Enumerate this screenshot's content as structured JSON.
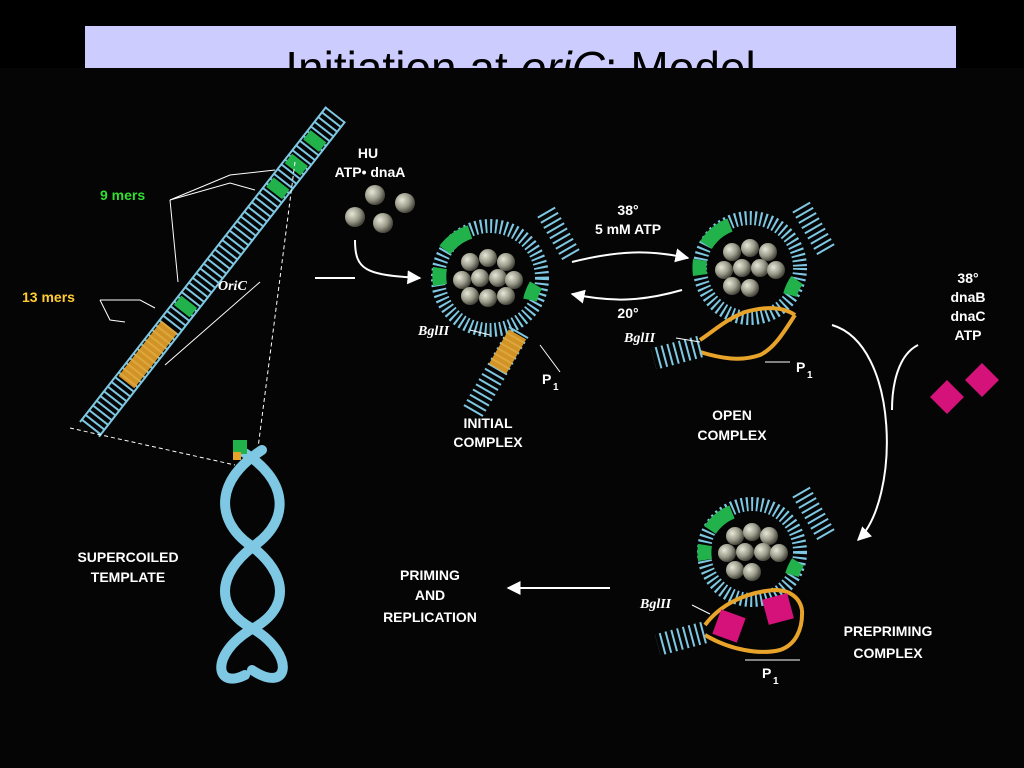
{
  "title": {
    "prefix": "Initiation at ",
    "italic": "oriC",
    "suffix": ":  Model"
  },
  "labels": {
    "nine_mers": "9 mers",
    "thirteen_mers": "13 mers",
    "oric": "OriC",
    "supercoiled_1": "SUPERCOILED",
    "supercoiled_2": "TEMPLATE",
    "hu": "HU",
    "atp_dnaa": "ATP• dnaA",
    "temp_forward": "38°",
    "atp_5mm": "5 mM ATP",
    "temp_reverse": "20°",
    "bglii": "BglII",
    "p1": "P",
    "p1_sub": "1",
    "initial_1": "INITIAL",
    "initial_2": "COMPLEX",
    "open_1": "OPEN",
    "open_2": "COMPLEX",
    "side_temp": "38°",
    "side_dnab": "dnaB",
    "side_dnac": "dnaC",
    "side_atp": "ATP",
    "prepriming_1": "PREPRIMING",
    "prepriming_2": "COMPLEX",
    "priming_1": "PRIMING",
    "priming_2": "AND",
    "priming_3": "REPLICATION"
  },
  "colors": {
    "title_bg": "#ccccff",
    "dna": "#7ec8e3",
    "nine_mer": "#22b24c",
    "thirteen_mer": "#e8a32a",
    "dnaa": "#9a9a8a",
    "dnab": "#d4127a",
    "text": "#ffffff",
    "nine_mers_label": "#33dd33",
    "thirteen_mers_label": "#ffcc33"
  }
}
